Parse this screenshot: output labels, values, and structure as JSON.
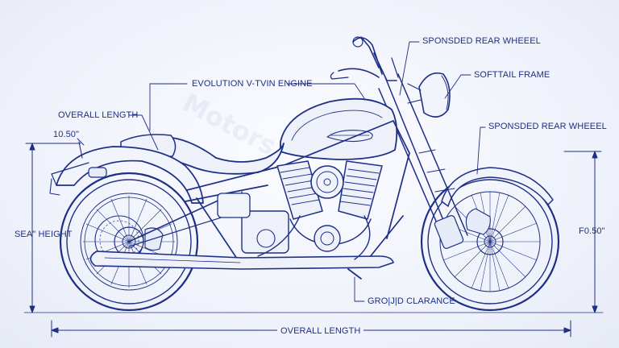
{
  "labels": {
    "engine": "EVOLUTION V-TVIN ENGINE",
    "overall_length_top": "OVERALL LENGTH",
    "dim_left": "10.50\"",
    "seat_height": "SEA\" HEIGHT",
    "rear_wheel_top": "SPONSDED REAR WHEEEL",
    "softail_frame": "SOFTTAIL FRAME",
    "rear_wheel_right": "SPONSDED REAR WHEEEL",
    "dim_right": "F0.50\"",
    "ground_clearance": "GRO|J|D CLARANCE",
    "overall_length_bottom": "OVERALL LENGTH"
  },
  "watermark": "Motors",
  "colors": {
    "line": "#1e2f86",
    "fill_light": "#e6ebf8",
    "background": "#f4f6fc"
  }
}
